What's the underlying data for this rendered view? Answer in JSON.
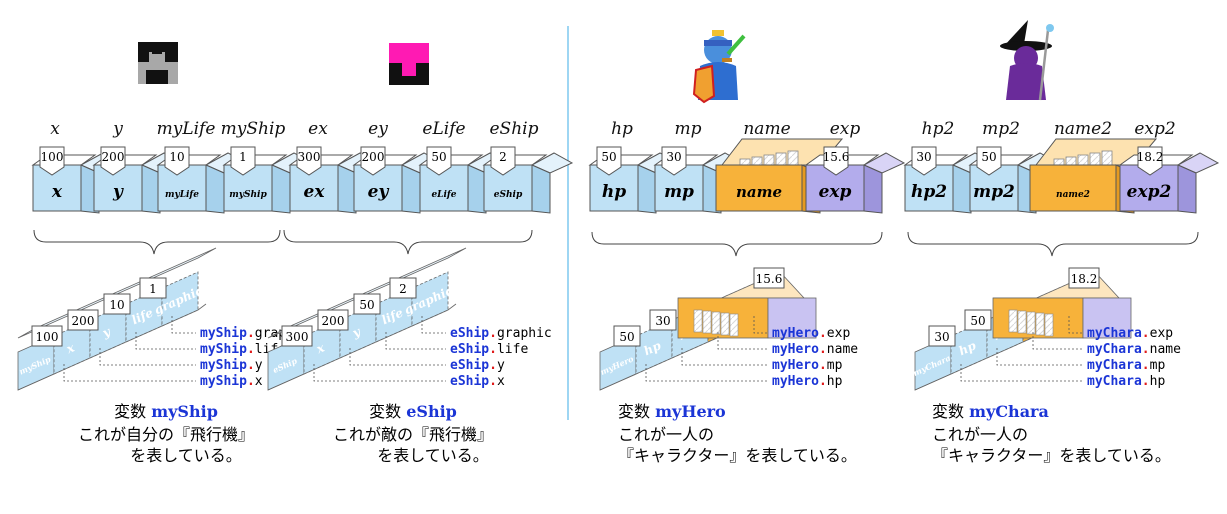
{
  "panels": [
    {
      "id": "ship",
      "icon": "ship-icon",
      "var_name": "myShip",
      "record_fields": [
        "myShip.graphic",
        "myShip.life",
        "myShip.y",
        "myShip.x"
      ],
      "record_values": [
        "100",
        "200",
        "10",
        "1"
      ],
      "record_labels": [
        "myShip",
        "x",
        "y",
        "life",
        "graphic"
      ],
      "caption_prefix": "変数",
      "caption_lines": [
        "これが自分の『飛行機』",
        "を表している。"
      ]
    },
    {
      "id": "enemy",
      "icon": "enemy-ship-icon",
      "var_name": "eShip",
      "record_fields": [
        "eShip.graphic",
        "eShip.life",
        "eShip.y",
        "eShip.x"
      ],
      "record_values": [
        "300",
        "200",
        "50",
        "2"
      ],
      "record_labels": [
        "eShip",
        "x",
        "y",
        "life",
        "graphic"
      ],
      "caption_prefix": "変数",
      "caption_lines": [
        "これが敵の『飛行機』",
        "を表している。"
      ]
    },
    {
      "id": "hero",
      "icon": "hero-knight-icon",
      "var_name": "myHero",
      "record_fields": [
        "myHero.exp",
        "myHero.name",
        "myHero.mp",
        "myHero.hp"
      ],
      "record_values": [
        "50",
        "30",
        "15.6"
      ],
      "record_labels": [
        "myHero",
        "hp",
        "mp",
        "name",
        "exp"
      ],
      "caption_prefix": "変数",
      "caption_lines": [
        "これが一人の",
        "『キャラクター』を表している。"
      ]
    },
    {
      "id": "chara",
      "icon": "wizard-icon",
      "var_name": "myChara",
      "record_fields": [
        "myChara.exp",
        "myChara.name",
        "myChara.mp",
        "myChara.hp"
      ],
      "record_values": [
        "30",
        "50",
        "18.2"
      ],
      "record_labels": [
        "myChara",
        "hp",
        "mp",
        "name",
        "exp"
      ],
      "caption_prefix": "変数",
      "caption_lines": [
        "これが一人の",
        "『キャラクター』を表している。"
      ]
    }
  ],
  "variables": [
    {
      "name": "x",
      "value": "100",
      "box_label": "x"
    },
    {
      "name": "y",
      "value": "200",
      "box_label": "y"
    },
    {
      "name": "myLife",
      "value": "10",
      "box_label": "myLife"
    },
    {
      "name": "myShip",
      "value": "1",
      "box_label": "myShip"
    },
    {
      "name": "ex",
      "value": "300",
      "box_label": "ex"
    },
    {
      "name": "ey",
      "value": "200",
      "box_label": "ey"
    },
    {
      "name": "eLife",
      "value": "50",
      "box_label": "eLife"
    },
    {
      "name": "eShip",
      "value": "2",
      "box_label": "eShip"
    },
    {
      "name": "hp",
      "value": "50",
      "box_label": "hp"
    },
    {
      "name": "mp",
      "value": "30",
      "box_label": "mp"
    },
    {
      "name": "name",
      "value": "",
      "box_label": "name"
    },
    {
      "name": "exp",
      "value": "15.6",
      "box_label": "exp"
    },
    {
      "name": "hp2",
      "value": "30",
      "box_label": "hp2"
    },
    {
      "name": "mp2",
      "value": "50",
      "box_label": "mp2"
    },
    {
      "name": "name2",
      "value": "",
      "box_label": "name2"
    },
    {
      "name": "exp2",
      "value": "18.2",
      "box_label": "exp2"
    }
  ],
  "colors": {
    "box_blue": "#bfe1f5",
    "box_orange": "#f7b23a",
    "box_purple": "#b3acec",
    "accent_blue": "#1b35d6",
    "dot_red": "#e01b1b",
    "ship_gray": "#a8a8a8",
    "enemy_magenta": "#ff1ab3",
    "divider": "#7ec8ef"
  }
}
